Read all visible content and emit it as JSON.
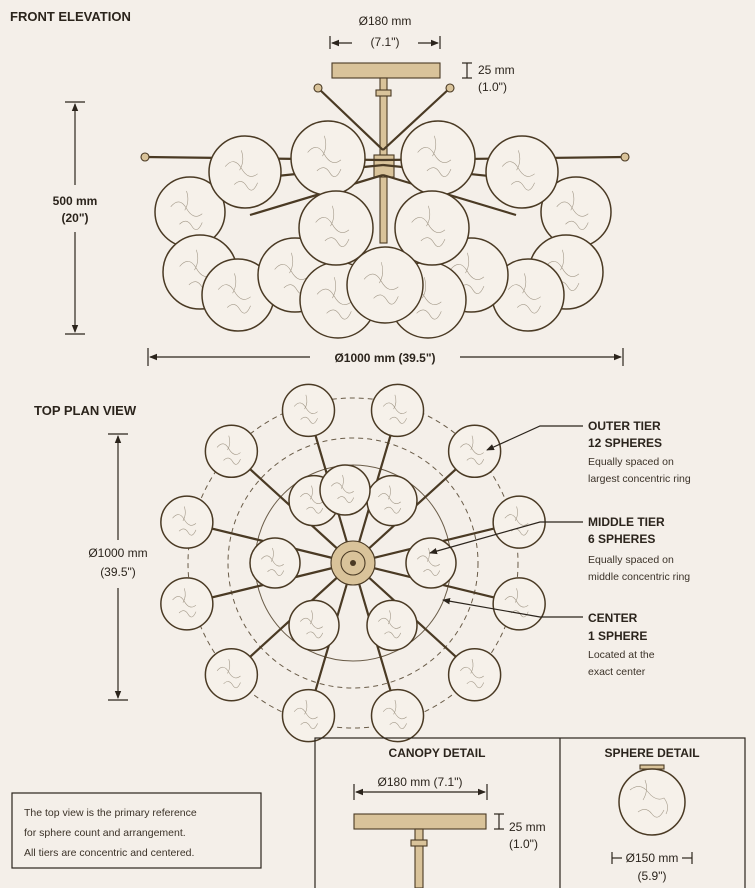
{
  "front_elevation": {
    "title": "FRONT ELEVATION",
    "canopy_dim": "Ø180 mm",
    "canopy_dim_in": "(7.1\")",
    "canopy_thickness": "25 mm",
    "canopy_thickness_in": "(1.0\")",
    "height": "500 mm",
    "height_in": "(20\")",
    "width": "Ø1000 mm (39.5\")"
  },
  "top_plan": {
    "title": "TOP PLAN VIEW",
    "diameter": "Ø1000 mm",
    "diameter_in": "(39.5\")",
    "outer_sphere_count": 12,
    "middle_sphere_count": 6,
    "center_sphere_count": 1
  },
  "callouts": [
    {
      "title": "OUTER TIER",
      "count": "12 SPHERES",
      "desc1": "Equally spaced on",
      "desc2": "largest concentric ring"
    },
    {
      "title": "MIDDLE TIER",
      "count": "6 SPHERES",
      "desc1": "Equally spaced on",
      "desc2": "middle concentric ring"
    },
    {
      "title": "CENTER",
      "count": "1 SPHERE",
      "desc1": "Located at the",
      "desc2": "exact center"
    }
  ],
  "canopy_detail": {
    "title": "CANOPY DETAIL",
    "dim": "Ø180 mm (7.1\")",
    "thickness": "25 mm",
    "thickness_in": "(1.0\")"
  },
  "sphere_detail": {
    "title": "SPHERE DETAIL",
    "dim": "Ø150 mm",
    "dim_in": "(5.9\")"
  },
  "note": {
    "line1": "The top view is the primary reference",
    "line2": "for sphere count and arrangement.",
    "line3": "All tiers are concentric and centered."
  }
}
